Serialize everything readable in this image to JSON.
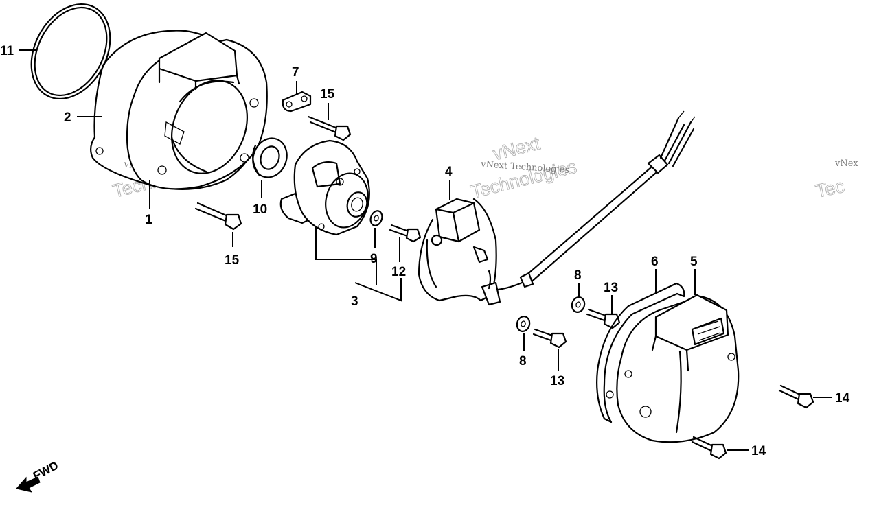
{
  "callouts": {
    "c1": "1",
    "c2": "2",
    "c3": "3",
    "c4": "4",
    "c5": "5",
    "c6": "6",
    "c7": "7",
    "c8a": "8",
    "c8b": "8",
    "c9": "9",
    "c10": "10",
    "c11": "11",
    "c12": "12",
    "c13a": "13",
    "c13b": "13",
    "c14a": "14",
    "c14b": "14",
    "c15a": "15",
    "c15b": "15"
  },
  "direction_marker": {
    "label": "FWD",
    "icon": "forward-arrow-icon"
  },
  "watermarks": {
    "company": "vNext Technologies",
    "brand_top": "vNext",
    "brand_bottom": "Technologies",
    "right_edge_small": "vNex",
    "right_edge_big": "Tec"
  }
}
